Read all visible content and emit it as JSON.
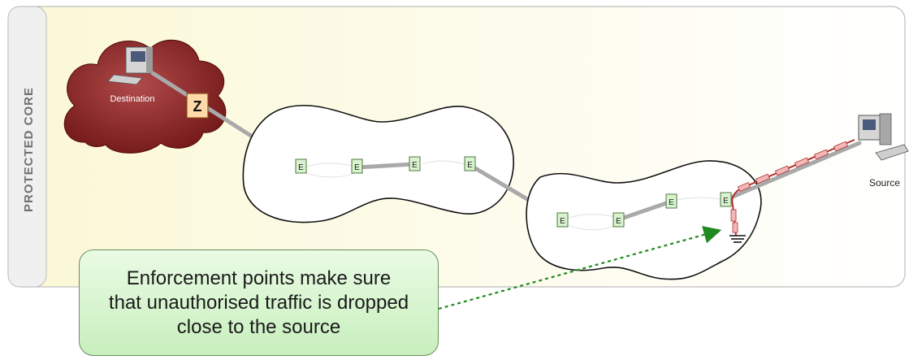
{
  "side_label": "PROTECTED CORE",
  "destination": {
    "label": "Destination",
    "gate_label": "Z"
  },
  "source": {
    "label": "Source"
  },
  "enforcement_label": "E",
  "callout": {
    "lines": [
      "Enforcement points make sure",
      "that unauthorised traffic is dropped",
      "close to the source"
    ]
  },
  "colors": {
    "core_fill": "#fdfbe6",
    "cloud_fill": "#8a1e1e",
    "link": "#a9a9a9",
    "enforcement_fill": "#d9f2cf",
    "attack_path": "#d98a8a",
    "arrow": "#1f8a1f"
  }
}
